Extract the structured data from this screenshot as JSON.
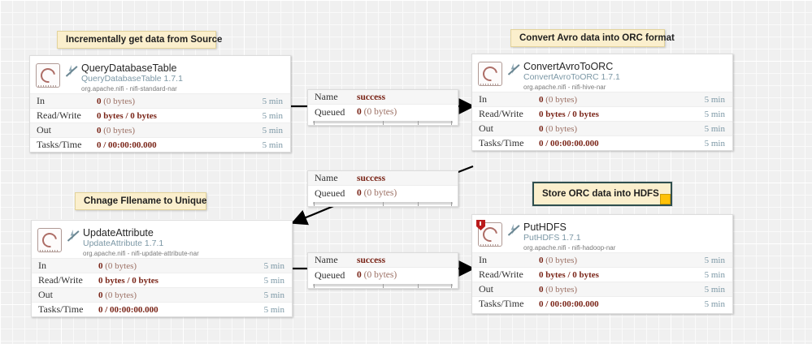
{
  "canvas": {
    "background_color": "#f0f0f0",
    "grid_color": "#ffffff"
  },
  "palette": {
    "note_fill": "#fbefcd",
    "note_border": "#e3d39a",
    "selected_border": "#2f4f4f",
    "handle": "#ffc107",
    "stat_value": "#7a2518",
    "time_text": "#7b97a5",
    "type_text": "#7b97a5",
    "bulletin_badge": "#ba1b1b"
  },
  "stat_labels": {
    "in": "In",
    "read_write": "Read/Write",
    "out": "Out",
    "tasks_time": "Tasks/Time"
  },
  "connection_labels": {
    "name_key": "Name",
    "queued_key": "Queued"
  },
  "processors": [
    {
      "id": "querydatabasetable",
      "title": "QueryDatabaseTable",
      "type": "QueryDatabaseTable 1.7.1",
      "bundle": "org.apache.nifi - nifi-standard-nar",
      "icon": "processor-stopped-icon",
      "has_bulletin": false,
      "stats": {
        "in": "0",
        "in_bytes": "(0 bytes)",
        "in_time": "5 min",
        "read_write": "0 bytes / 0 bytes",
        "read_write_time": "5 min",
        "out": "0",
        "out_bytes": "(0 bytes)",
        "out_time": "5 min",
        "tasks_time": "0 / 00:00:00.000",
        "tasks_time_time": "5 min"
      }
    },
    {
      "id": "convertavrotoorc",
      "title": "ConvertAvroToORC",
      "type": "ConvertAvroToORC 1.7.1",
      "bundle": "org.apache.nifi - nifi-hive-nar",
      "icon": "processor-stopped-icon",
      "has_bulletin": false,
      "stats": {
        "in": "0",
        "in_bytes": "(0 bytes)",
        "in_time": "5 min",
        "read_write": "0 bytes / 0 bytes",
        "read_write_time": "5 min",
        "out": "0",
        "out_bytes": "(0 bytes)",
        "out_time": "5 min",
        "tasks_time": "0 / 00:00:00.000",
        "tasks_time_time": "5 min"
      }
    },
    {
      "id": "updateattribute",
      "title": "UpdateAttribute",
      "type": "UpdateAttribute 1.7.1",
      "bundle": "org.apache.nifi - nifi-update-attribute-nar",
      "icon": "processor-stopped-icon",
      "has_bulletin": false,
      "stats": {
        "in": "0",
        "in_bytes": "(0 bytes)",
        "in_time": "5 min",
        "read_write": "0 bytes / 0 bytes",
        "read_write_time": "5 min",
        "out": "0",
        "out_bytes": "(0 bytes)",
        "out_time": "5 min",
        "tasks_time": "0 / 00:00:00.000",
        "tasks_time_time": "5 min"
      }
    },
    {
      "id": "puthdfs",
      "title": "PutHDFS",
      "type": "PutHDFS 1.7.1",
      "bundle": "org.apache.nifi - nifi-hadoop-nar",
      "icon": "processor-stopped-icon",
      "has_bulletin": true,
      "stats": {
        "in": "0",
        "in_bytes": "(0 bytes)",
        "in_time": "5 min",
        "read_write": "0 bytes / 0 bytes",
        "read_write_time": "5 min",
        "out": "0",
        "out_bytes": "(0 bytes)",
        "out_time": "5 min",
        "tasks_time": "0 / 00:00:00.000",
        "tasks_time_time": "5 min"
      }
    }
  ],
  "connections": [
    {
      "id": "conn-query-to-convert",
      "name": "success",
      "queued": "0",
      "queued_bytes": "(0 bytes)"
    },
    {
      "id": "conn-convert-to-update",
      "name": "success",
      "queued": "0",
      "queued_bytes": "(0 bytes)"
    },
    {
      "id": "conn-update-to-puthdfs",
      "name": "success",
      "queued": "0",
      "queued_bytes": "(0 bytes)"
    }
  ],
  "notes": [
    {
      "id": "note-source",
      "text": "Incrementally get data from Source",
      "selected": false
    },
    {
      "id": "note-convert",
      "text": "Convert Avro data into ORC format",
      "selected": false
    },
    {
      "id": "note-rename",
      "text": "Chnage FIlename to Unique",
      "selected": false
    },
    {
      "id": "note-store",
      "text": "Store ORC data into HDFS",
      "selected": true
    }
  ]
}
